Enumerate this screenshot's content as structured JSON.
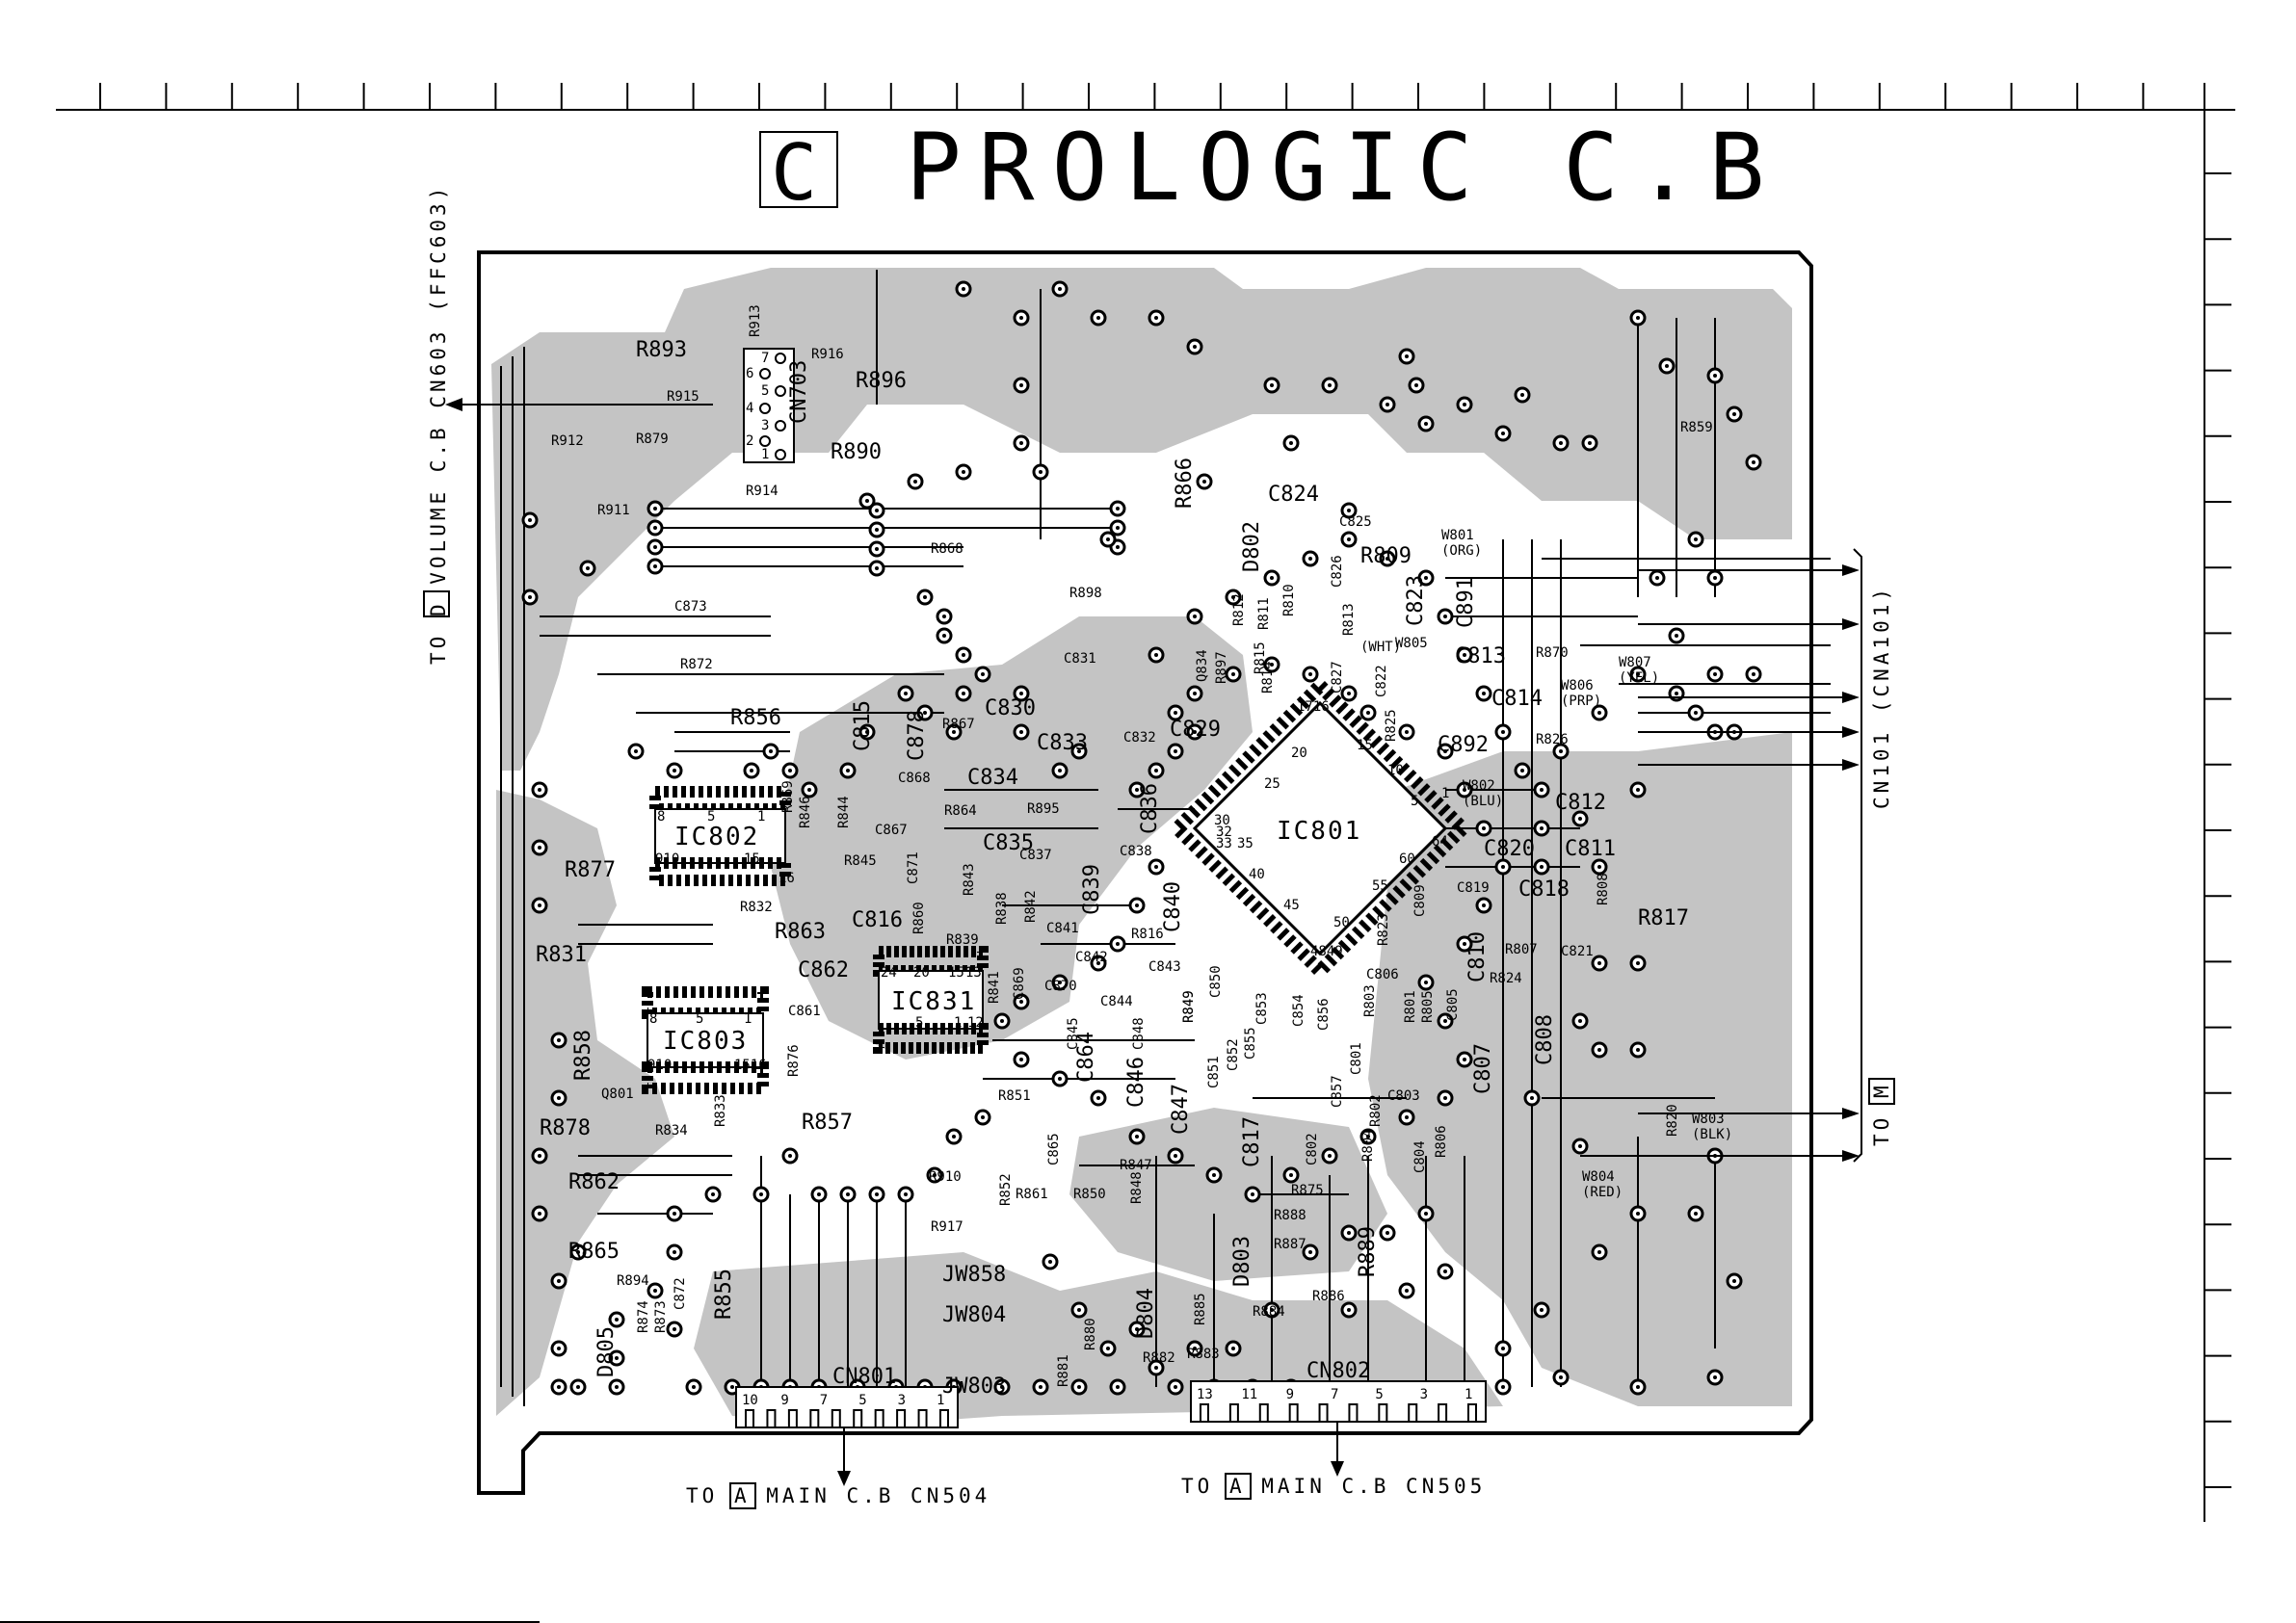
{
  "title": {
    "letter": "C",
    "text": "PROLOGIC C.B"
  },
  "connections": {
    "left": {
      "prefix": "TO",
      "letter": "D",
      "text": "VOLUME C.B CN603 (FFC603)"
    },
    "right_cn101": "CN101 (CNA101)",
    "right_m": {
      "prefix": "TO",
      "letter": "M"
    },
    "bottom_cn801": {
      "prefix": "TO",
      "letter": "A",
      "text": "MAIN C.B CN504"
    },
    "bottom_cn802": {
      "prefix": "TO",
      "letter": "A",
      "text": "MAIN C.B CN505"
    }
  },
  "ics": {
    "ic801": "IC801",
    "ic802": "IC802",
    "ic803": "IC803",
    "ic831": "IC831"
  },
  "ic_pins": {
    "ic801": [
      "1716",
      "20",
      "15",
      "10",
      "25",
      "5",
      "30",
      "32",
      "33",
      "35",
      "64",
      "60",
      "40",
      "45",
      "55",
      "50",
      "4849",
      "1"
    ],
    "ic802": [
      "8",
      "5",
      "1",
      "910",
      "15",
      "16"
    ],
    "ic803": [
      "8",
      "5",
      "1",
      "910",
      "1516"
    ],
    "ic831": [
      "24",
      "20",
      "15",
      "13",
      "5",
      "1",
      "12"
    ]
  },
  "connectors": {
    "cn801": {
      "label": "CN801",
      "pins": [
        "10",
        "9",
        "7",
        "5",
        "3",
        "1"
      ]
    },
    "cn802": {
      "label": "CN802",
      "pins": [
        "13",
        "11",
        "9",
        "7",
        "5",
        "3",
        "1"
      ]
    },
    "cn703": {
      "label": "CN703",
      "pins": [
        "7",
        "6",
        "5",
        "4",
        "3",
        "2",
        "1"
      ]
    }
  },
  "wires": {
    "w801": [
      "W801",
      "(ORG)"
    ],
    "w802": [
      "W802",
      "(BLU)"
    ],
    "w803": [
      "W803",
      "(BLK)"
    ],
    "w804": [
      "W804",
      "(RED)"
    ],
    "w805": [
      "W805"
    ],
    "w806": [
      "W806",
      "(PRP)"
    ],
    "w807": [
      "W807",
      "(YEL)"
    ],
    "wh": [
      "(WHT)"
    ]
  },
  "labels_large": [
    "R893",
    "R896",
    "R890",
    "R866",
    "C824",
    "D802",
    "R809",
    "C823",
    "C891",
    "C813",
    "C814",
    "C892",
    "C812",
    "C820",
    "C811",
    "C818",
    "R817",
    "C810",
    "C808",
    "C807",
    "C815",
    "C878",
    "R856",
    "C830",
    "C833",
    "C829",
    "C834",
    "C836",
    "C835",
    "C839",
    "C840",
    "C816",
    "R863",
    "R877",
    "R831",
    "C862",
    "R858",
    "R878",
    "R862",
    "R865",
    "R855",
    "D805",
    "R857",
    "C847",
    "C846",
    "C864",
    "C817",
    "D804",
    "D803",
    "R889",
    "JW858",
    "JW804",
    "JW803"
  ],
  "labels_small": [
    "R913",
    "R916",
    "R915",
    "R879",
    "R912",
    "R914",
    "R911",
    "R868",
    "R898",
    "C873",
    "R872",
    "C825",
    "C826",
    "R812",
    "R813",
    "R810",
    "R811",
    "R815",
    "R814",
    "R897",
    "Q834",
    "C831",
    "C832",
    "C822",
    "C827",
    "R825",
    "R826",
    "R870",
    "R859",
    "R869",
    "R846",
    "R844",
    "C867",
    "R845",
    "C871",
    "R867",
    "C868",
    "R864",
    "R895",
    "C837",
    "C838",
    "R832",
    "R860",
    "R843",
    "R838",
    "R842",
    "R839",
    "C841",
    "C842",
    "R816",
    "C843",
    "C861",
    "R841",
    "C869",
    "C870",
    "C844",
    "C845",
    "C848",
    "R849",
    "C850",
    "C853",
    "C854",
    "C856",
    "C855",
    "C852",
    "C851",
    "R851",
    "R852",
    "C865",
    "R849",
    "R861",
    "R850",
    "R847",
    "R848",
    "R876",
    "Q801",
    "R834",
    "R833",
    "R910",
    "R917",
    "C872",
    "R894",
    "R874",
    "R875",
    "R888",
    "R887",
    "R886",
    "R884",
    "R885",
    "R882",
    "R883",
    "R880",
    "R881",
    "C806",
    "R803",
    "R801",
    "R805",
    "C805",
    "R802",
    "C801",
    "C857",
    "C803",
    "C802",
    "R804",
    "C804",
    "R806",
    "C809",
    "R823",
    "C819",
    "R807",
    "R824",
    "C821",
    "R808",
    "R820",
    "R873"
  ]
}
